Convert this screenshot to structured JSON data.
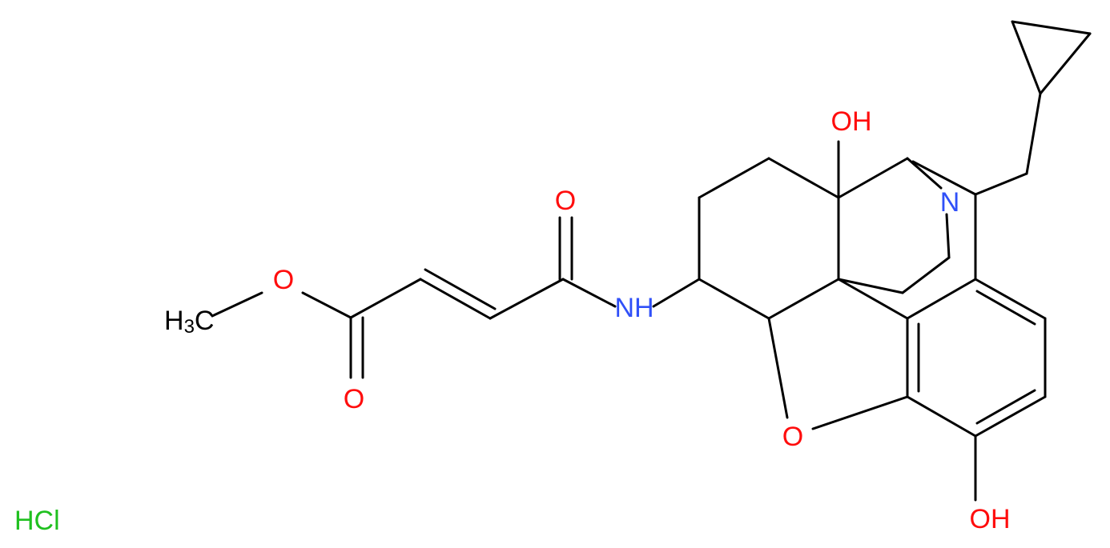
{
  "molecule": {
    "atoms": {
      "o_ketone": "O",
      "nh": "NH",
      "o_methoxy": "O",
      "o_ester_carbonyl": "O",
      "ch3_main": "H",
      "ch3_sub": "3",
      "ch3_c": "C",
      "oh_top": "OH",
      "n_ring": "N",
      "o_furan": "O",
      "oh_bottom": "OH"
    },
    "salt": "HCl",
    "colors": {
      "bond": "#000000",
      "oxygen": "#ff0d0d",
      "nitrogen": "#3050f8",
      "carbon_label": "#000000",
      "chlorine_salt": "#1fc01f"
    }
  }
}
